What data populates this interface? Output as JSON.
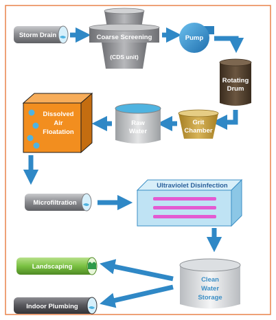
{
  "colors": {
    "frame": "#e9834a",
    "arrow": "#2f88c6",
    "pipe_gray": "#8e8f93",
    "pump": "#3b9ad8",
    "drum": "#4c3b2a",
    "grit": "#c9a23f",
    "daf": "#f28e1f",
    "uv": "#bfe3f4",
    "uv_stripe": "#e35ad2",
    "water": "#4fb3e0",
    "landscaping": "#7ac142",
    "indoor": "#4f4f55"
  },
  "nodes": {
    "storm_drain": "Storm Drain",
    "coarse_screening": "Coarse Screening",
    "cds_unit": "(CDS unit)",
    "pump": "Pump",
    "rotating_drum": [
      "Rotating",
      "Drum"
    ],
    "grit_chamber": [
      "Grit",
      "Chamber"
    ],
    "raw_water": [
      "Raw",
      "Water"
    ],
    "daf": [
      "Dissolved",
      "Air",
      "Floatation"
    ],
    "microfiltration": "Microfiltration",
    "uv_disinfection": "Ultraviolet Disinfection",
    "clean_water_storage": [
      "Clean",
      "Water",
      "Storage"
    ],
    "landscaping": "Landscaping",
    "indoor_plumbing": "Indoor Plumbing"
  }
}
